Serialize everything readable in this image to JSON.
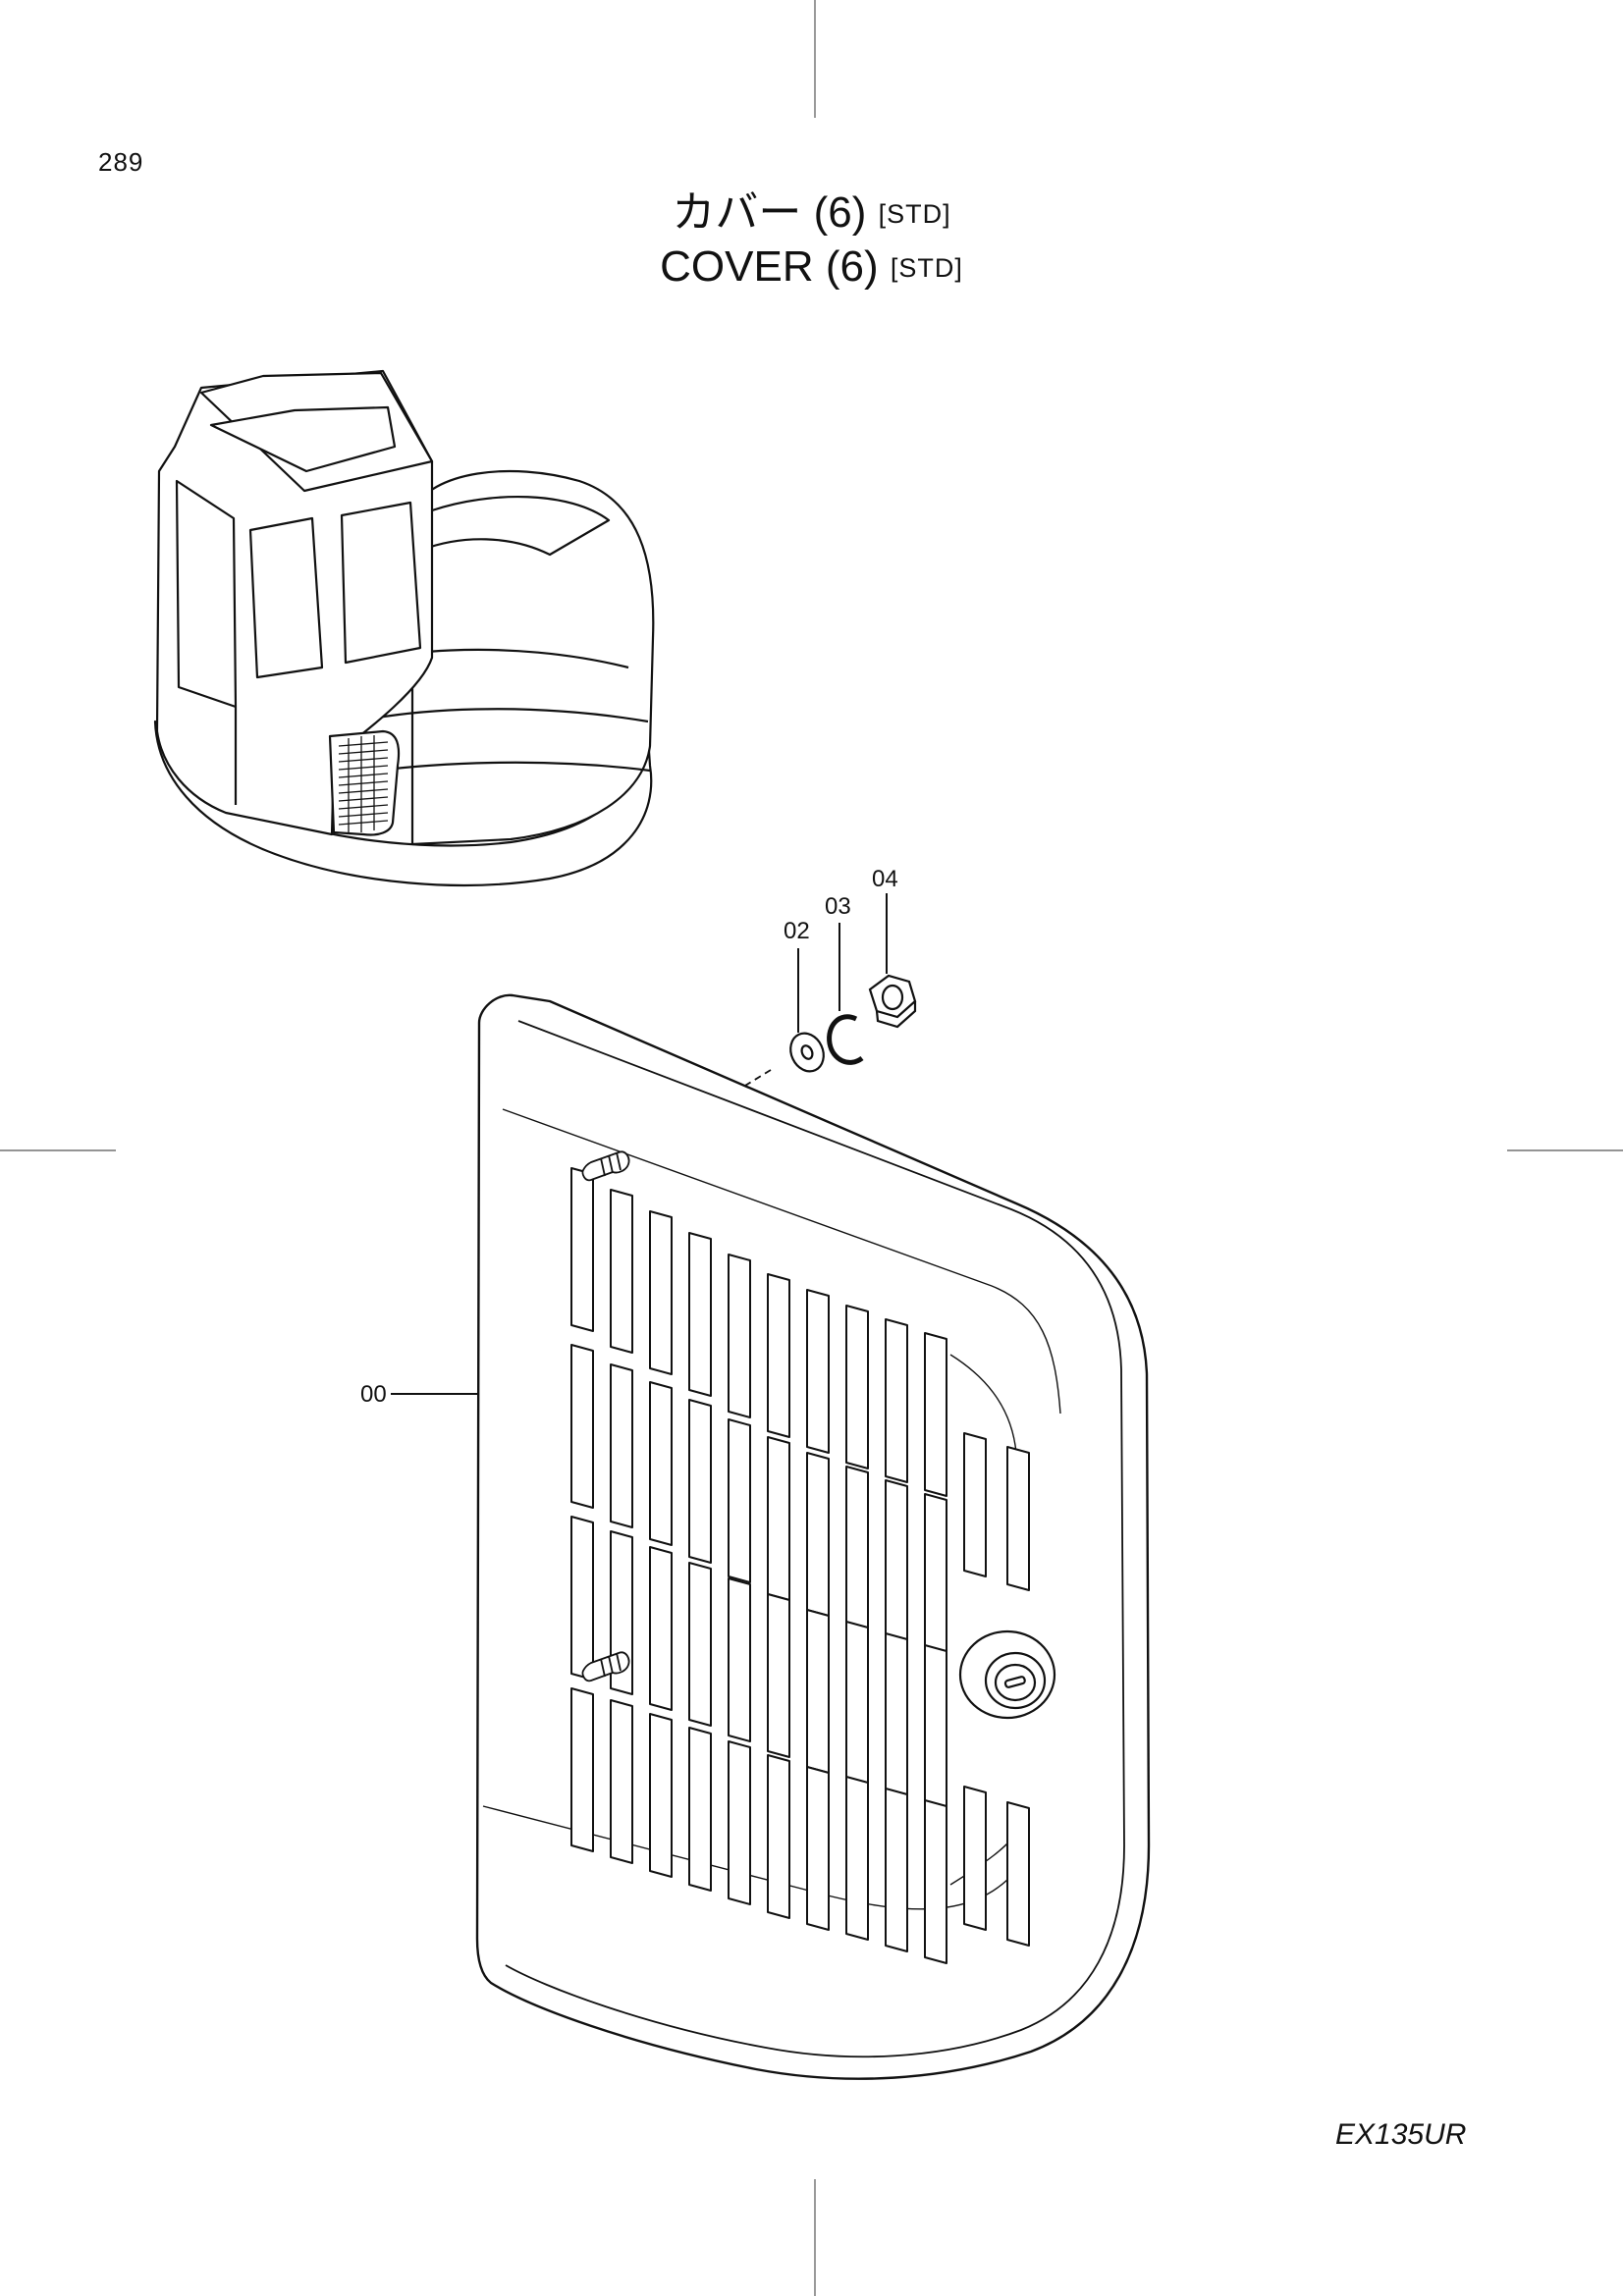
{
  "page_number": "289",
  "title": {
    "jp_main": "カバー (6)",
    "jp_tag": "[STD]",
    "en_main": "COVER (6)",
    "en_tag": "[STD]"
  },
  "callouts": [
    {
      "id": "c00",
      "label": "00"
    },
    {
      "id": "c02",
      "label": "02"
    },
    {
      "id": "c03",
      "label": "03"
    },
    {
      "id": "c04",
      "label": "04"
    }
  ],
  "model": "EX135UR",
  "colors": {
    "line": "#111111",
    "paper": "#ffffff"
  }
}
